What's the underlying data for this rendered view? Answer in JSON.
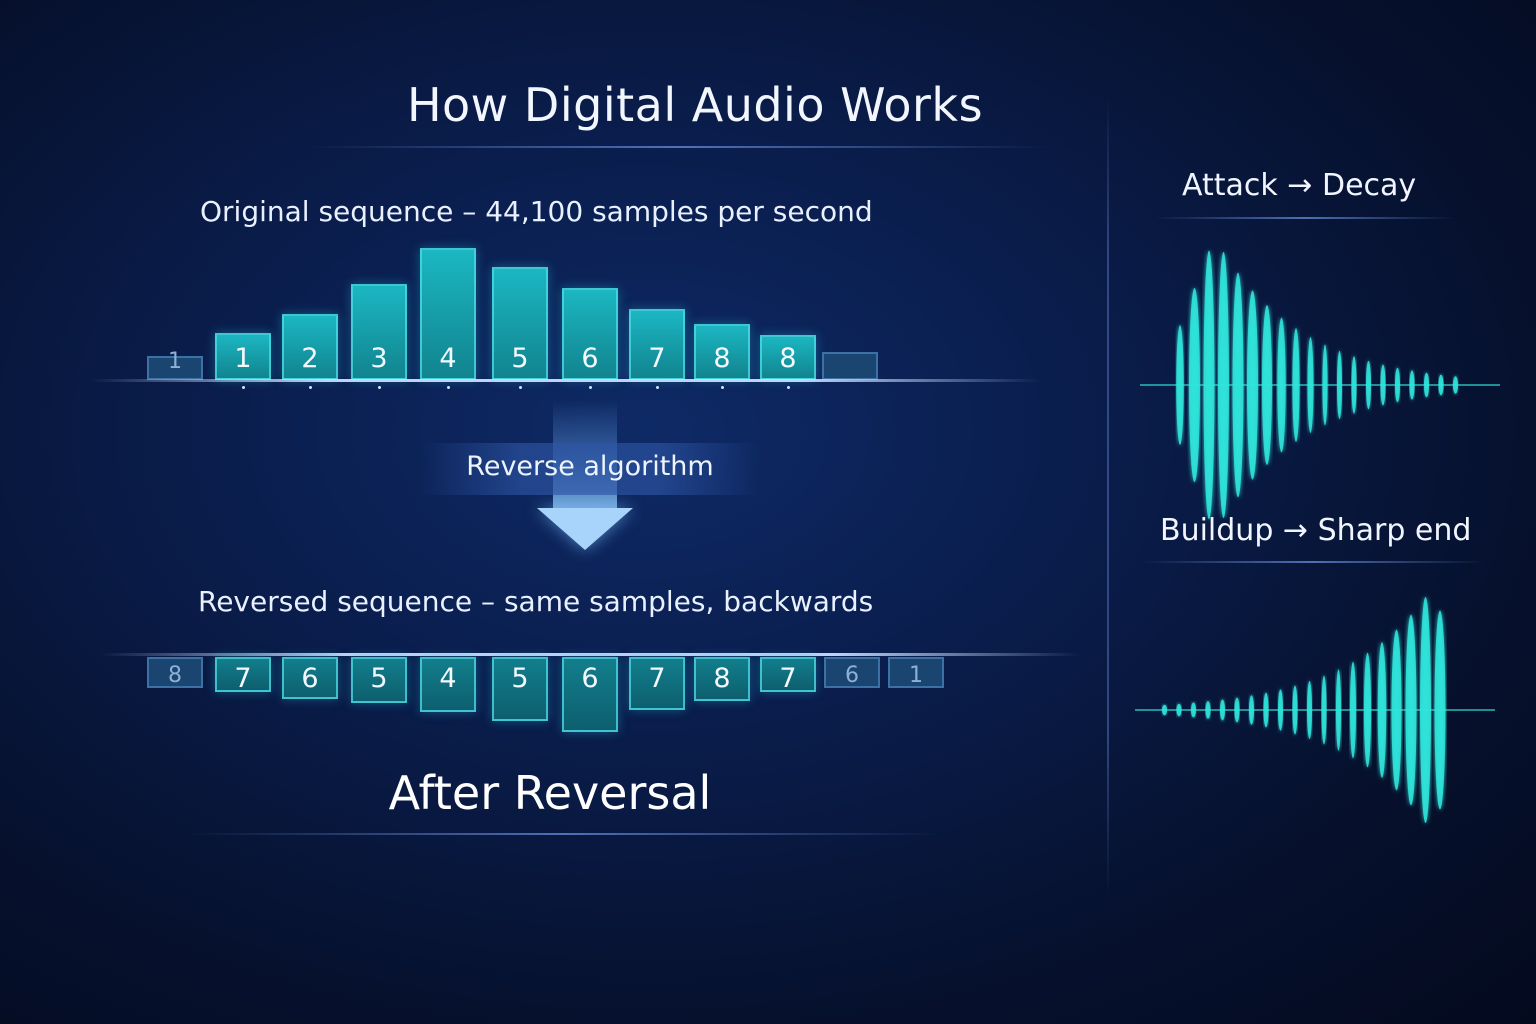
{
  "title": "How Digital Audio Works",
  "original": {
    "caption": "Original sequence – 44,100 samples per second",
    "bars": [
      {
        "label": "1",
        "value": 1.0,
        "dim": true
      },
      {
        "label": "1",
        "value": 2.0
      },
      {
        "label": "2",
        "value": 2.8
      },
      {
        "label": "3",
        "value": 4.1
      },
      {
        "label": "4",
        "value": 5.6
      },
      {
        "label": "5",
        "value": 4.8
      },
      {
        "label": "6",
        "value": 3.9
      },
      {
        "label": "7",
        "value": 3.0
      },
      {
        "label": "8",
        "value": 2.4
      },
      {
        "label": "8",
        "value": 1.9
      },
      {
        "label": "",
        "value": 1.2,
        "dim": true
      }
    ]
  },
  "algorithm_label": "Reverse algorithm",
  "reversed": {
    "caption": "Reversed sequence – same samples, backwards",
    "bars": [
      {
        "label": "8",
        "value": 1.4,
        "dim": true
      },
      {
        "label": "7",
        "value": 1.6
      },
      {
        "label": "6",
        "value": 1.9
      },
      {
        "label": "5",
        "value": 2.1
      },
      {
        "label": "4",
        "value": 2.5
      },
      {
        "label": "5",
        "value": 2.9
      },
      {
        "label": "6",
        "value": 3.4
      },
      {
        "label": "7",
        "value": 2.4
      },
      {
        "label": "8",
        "value": 2.0
      },
      {
        "label": "7",
        "value": 1.6
      },
      {
        "label": "6",
        "value": 1.4,
        "dim": true
      },
      {
        "label": "1",
        "value": 1.4,
        "dim": true
      }
    ]
  },
  "after_label": "After Reversal",
  "side": {
    "top": {
      "heading": "Attack → Decay",
      "direction": "decay"
    },
    "bottom": {
      "heading": "Buildup → Sharp end",
      "direction": "buildup"
    },
    "wave_color": "#2fe6dc"
  }
}
